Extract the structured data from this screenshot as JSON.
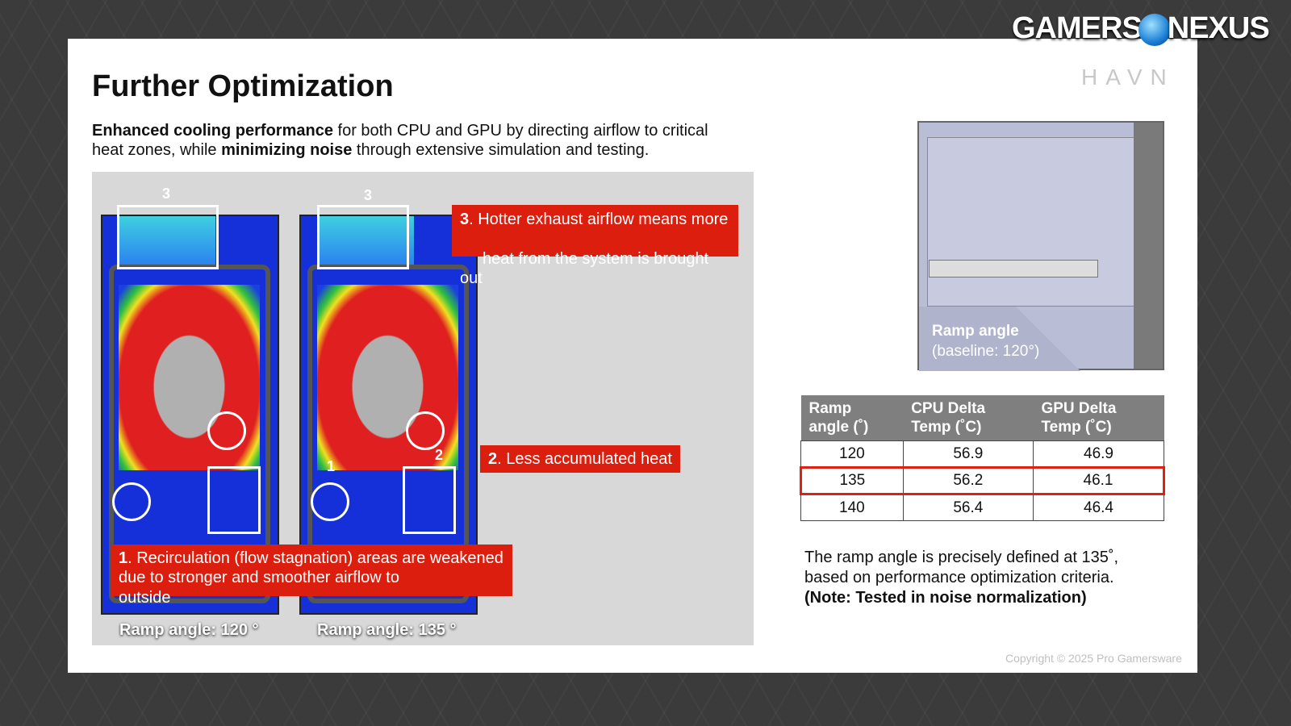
{
  "brand": {
    "logo": "GAMERS NEXUS",
    "logo_left": "GAMERS",
    "logo_right": "NEXUS",
    "partner": "HAVN"
  },
  "title": "Further Optimization",
  "intro": {
    "b1": "Enhanced cooling performance",
    "t1": " for both CPU and GPU by directing airflow to critical heat zones, while ",
    "b2": "minimizing noise",
    "t2": " through extensive simulation and testing."
  },
  "sims": [
    {
      "label": "Ramp angle: 120 °"
    },
    {
      "label": "Ramp angle: 135 °"
    }
  ],
  "markers": {
    "n1": "1",
    "n2": "2",
    "n3": "3"
  },
  "callouts": {
    "c3_num": "3",
    "c3_text": ". Hotter exhaust airflow means more",
    "c3_spill": "heat from the system is brought out",
    "c2_num": "2",
    "c2_text": ". Less accumulated heat",
    "c1_num": "1",
    "c1_text": ". Recirculation (flow stagnation) areas are weakened due to stronger and smoother airflow to",
    "c1_spill": "outside"
  },
  "case_diagram": {
    "label": "Ramp angle",
    "sublabel": "(baseline: 120°)"
  },
  "table": {
    "headers": [
      "Ramp angle (˚)",
      "CPU Delta Temp (˚C)",
      "GPU Delta Temp (˚C)"
    ],
    "rows": [
      [
        "120",
        "56.9",
        "46.9"
      ],
      [
        "135",
        "56.2",
        "46.1"
      ],
      [
        "140",
        "56.4",
        "46.4"
      ]
    ],
    "highlight_color": "#e02010"
  },
  "note": {
    "line1": "The ramp angle is precisely defined at 135˚,",
    "line2": "based on performance optimization criteria.",
    "line3": "(Note: Tested in noise normalization)"
  },
  "copyright": "Copyright © 2025 Pro Gamersware"
}
